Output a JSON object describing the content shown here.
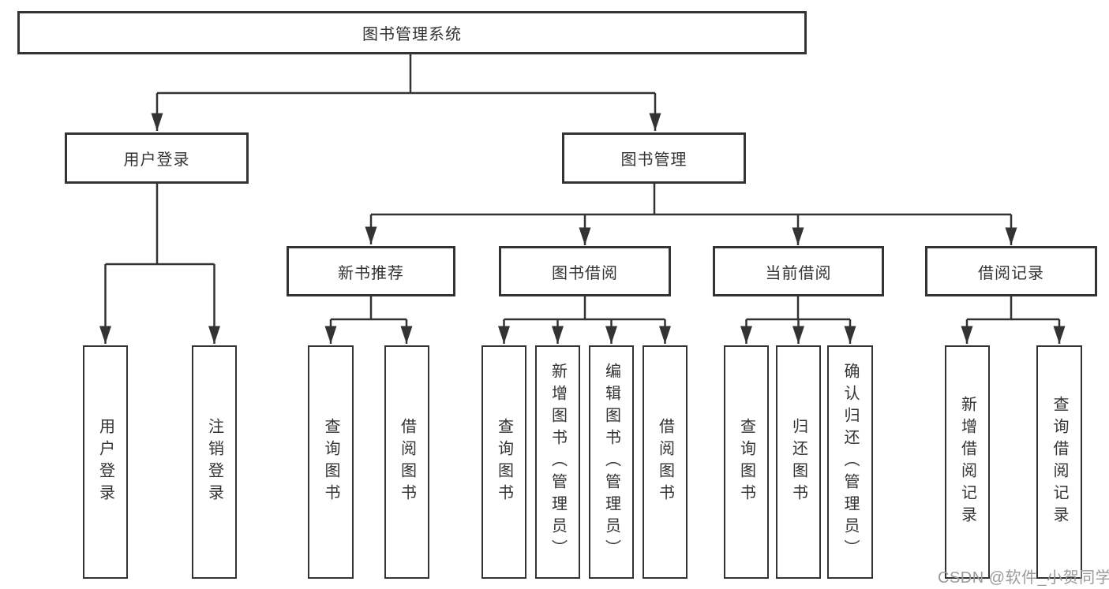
{
  "diagram_title": "图书管理系统",
  "colors": {
    "line": "#333333",
    "text": "#333333",
    "box_background": "#ffffff",
    "watermark": "#9b9b9b"
  },
  "nodes": {
    "root": "图书管理系统",
    "user_login": "用户登录",
    "book_mgmt": "图书管理",
    "new_book_rec": "新书推荐",
    "book_borrow": "图书借阅",
    "current_borrow": "当前借阅",
    "borrow_records": "借阅记录",
    "leaf_user_login": "用户登录",
    "leaf_logout": "注销登录",
    "leaf_nb_query": "查询图书",
    "leaf_nb_borrow": "借阅图书",
    "leaf_bb_query": "查询图书",
    "leaf_bb_add": "新增图书（管理员）",
    "leaf_bb_edit": "编辑图书（管理员）",
    "leaf_bb_borrow": "借阅图书",
    "leaf_cb_query": "查询图书",
    "leaf_cb_return": "归还图书",
    "leaf_cb_confirm": "确认归还（管理员）",
    "leaf_br_add": "新增借阅记录",
    "leaf_br_query": "查询借阅记录"
  },
  "edges": [
    [
      "root",
      "user_login"
    ],
    [
      "root",
      "book_mgmt"
    ],
    [
      "user_login",
      "leaf_user_login"
    ],
    [
      "user_login",
      "leaf_logout"
    ],
    [
      "book_mgmt",
      "new_book_rec"
    ],
    [
      "book_mgmt",
      "book_borrow"
    ],
    [
      "book_mgmt",
      "current_borrow"
    ],
    [
      "book_mgmt",
      "borrow_records"
    ],
    [
      "new_book_rec",
      "leaf_nb_query"
    ],
    [
      "new_book_rec",
      "leaf_nb_borrow"
    ],
    [
      "book_borrow",
      "leaf_bb_query"
    ],
    [
      "book_borrow",
      "leaf_bb_add"
    ],
    [
      "book_borrow",
      "leaf_bb_edit"
    ],
    [
      "book_borrow",
      "leaf_bb_borrow"
    ],
    [
      "current_borrow",
      "leaf_cb_query"
    ],
    [
      "current_borrow",
      "leaf_cb_return"
    ],
    [
      "current_borrow",
      "leaf_cb_confirm"
    ],
    [
      "borrow_records",
      "leaf_br_add"
    ],
    [
      "borrow_records",
      "leaf_br_query"
    ]
  ],
  "watermark": "CSDN @软件_小贺同学"
}
